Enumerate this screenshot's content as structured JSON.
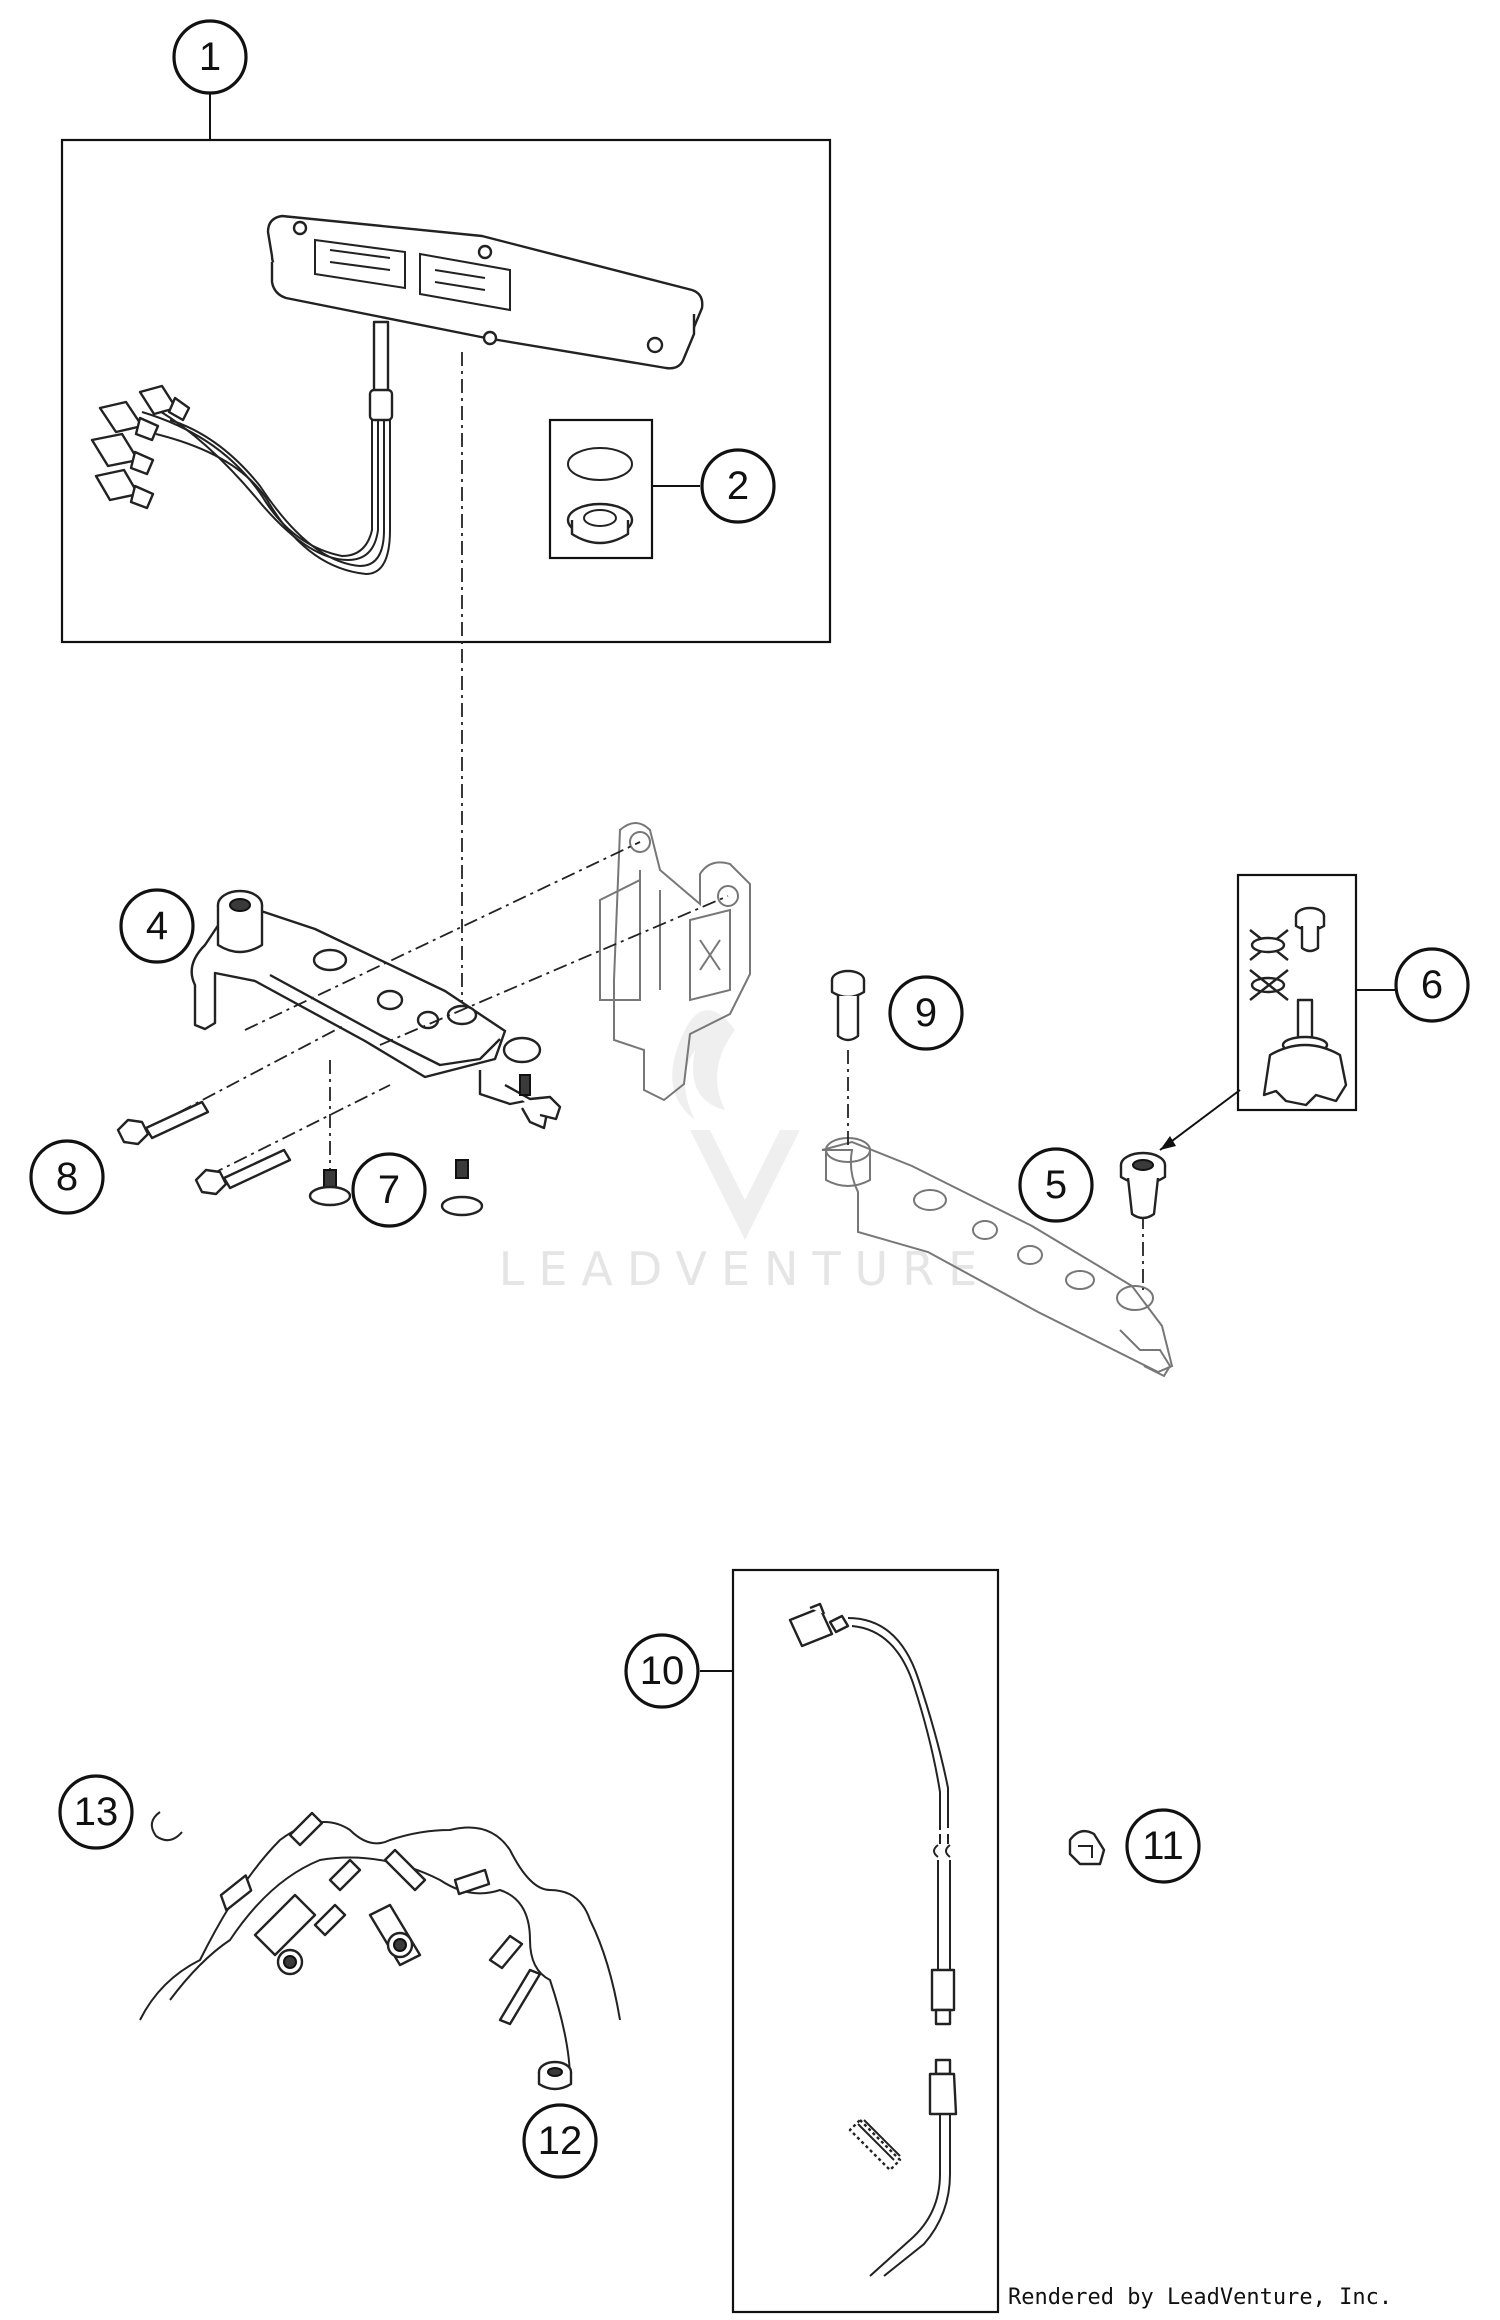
{
  "callouts": [
    {
      "id": "1",
      "label": "1"
    },
    {
      "id": "2",
      "label": "2"
    },
    {
      "id": "3",
      "label": "4"
    },
    {
      "id": "4",
      "label": "5"
    },
    {
      "id": "5",
      "label": "6"
    },
    {
      "id": "6",
      "label": "7"
    },
    {
      "id": "7",
      "label": "8"
    },
    {
      "id": "8",
      "label": "9"
    },
    {
      "id": "9",
      "label": "10"
    },
    {
      "id": "10",
      "label": "11"
    },
    {
      "id": "11",
      "label": "12"
    },
    {
      "id": "12",
      "label": "13"
    }
  ],
  "watermark": {
    "text": "LEADVENTURE"
  },
  "credit": {
    "text": "Rendered by LeadVenture, Inc."
  }
}
